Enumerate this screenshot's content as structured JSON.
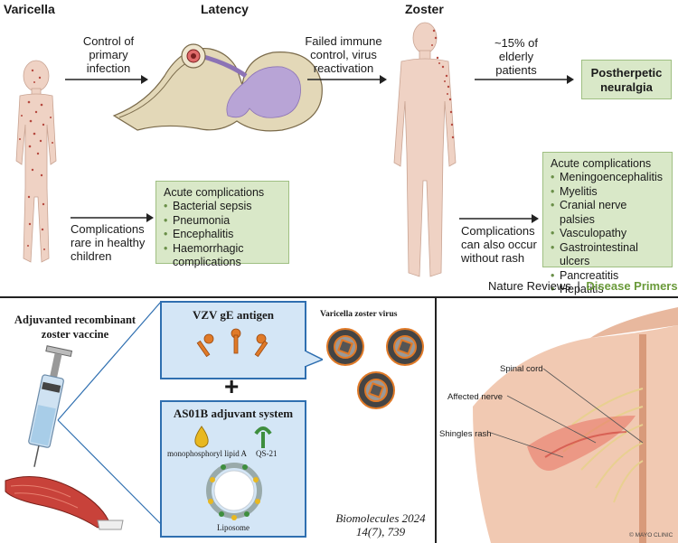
{
  "top": {
    "headings": {
      "varicella": "Varicella",
      "latency": "Latency",
      "zoster": "Zoster"
    },
    "arrow_labels": {
      "control": [
        "Control of",
        "primary",
        "infection"
      ],
      "failed": [
        "Failed immune",
        "control, virus",
        "reactivation"
      ],
      "elderly": [
        "~15% of",
        "elderly",
        "patients"
      ],
      "rare": [
        "Complications",
        "rare in healthy",
        "children"
      ],
      "also": [
        "Complications",
        "can also occur",
        "without rash"
      ]
    },
    "phn": [
      "Postherpetic",
      "neuralgia"
    ],
    "varicella_complications": {
      "title": "Acute complications",
      "items": [
        "Bacterial sepsis",
        "Pneumonia",
        "Encephalitis",
        "Haemorrhagic complications"
      ]
    },
    "zoster_complications": {
      "title": "Acute complications",
      "items": [
        "Meningoencephalitis",
        "Myelitis",
        "Cranial nerve palsies",
        "Vasculopathy",
        "Gastrointestinal ulcers",
        "Pancreatitis",
        "Hepatitis"
      ]
    },
    "credit": {
      "left": "Nature Reviews",
      "sep": "|",
      "right": "Disease Primers"
    },
    "colors": {
      "green_box": "#d9e8c8",
      "skin": "#efd2c4",
      "rash": "#b5493f",
      "spinal_grey": "#e3d8b8",
      "spinal_purple": "#b8a4d6"
    }
  },
  "bottom_left": {
    "vaccine_title": [
      "Adjuvanted recombinant",
      "zoster vaccine"
    ],
    "antigen_title": "VZV gE antigen",
    "plus": "+",
    "adjuvant_title": "AS01B adjuvant system",
    "mpl_label": "monophosphoryl lipid A",
    "qs21_label": "QS-21",
    "liposome_label": "Liposome",
    "virus_label": "Varicella zoster virus",
    "citation": [
      "Biomolecules 2024",
      "14(7), 739"
    ],
    "colors": {
      "blue_box": "#d4e6f6",
      "blue_border": "#2f6fb0"
    }
  },
  "bottom_right": {
    "labels": {
      "spinal_cord": "Spinal cord",
      "affected_nerve": "Affected nerve",
      "shingles_rash": "Shingles rash"
    },
    "copyright": "© MAYO CLINIC"
  }
}
